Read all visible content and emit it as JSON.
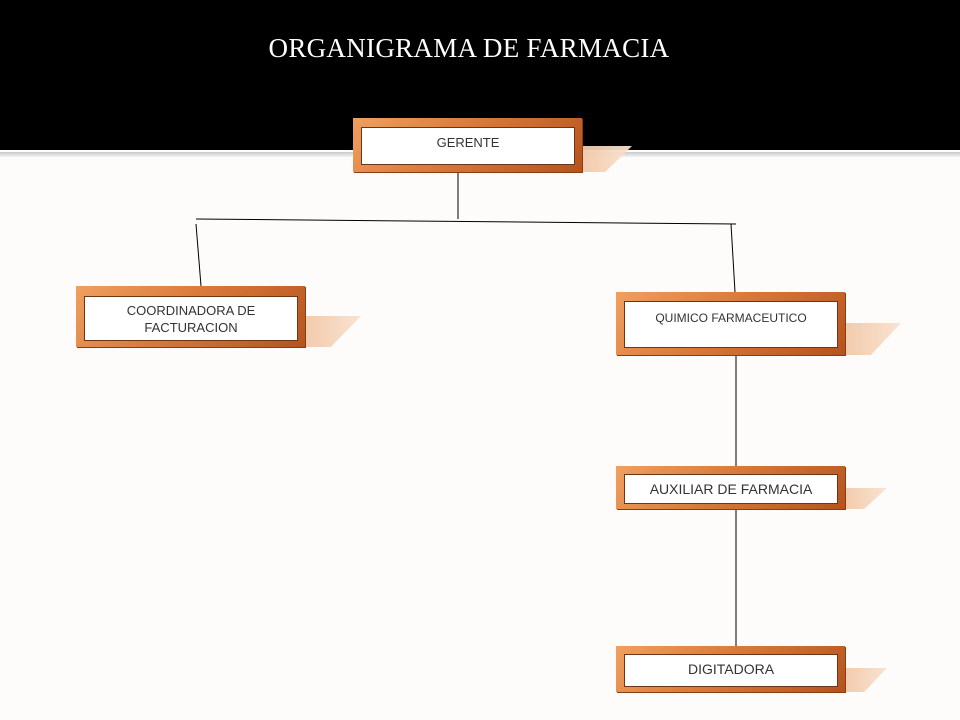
{
  "slide": {
    "title": "ORGANIGRAMA DE FARMACIA"
  },
  "org_chart": {
    "nodes": [
      {
        "id": "gerente",
        "label": "GERENTE",
        "reports_to": null
      },
      {
        "id": "coordinadora",
        "label": "COORDINADORA DE FACTURACION",
        "reports_to": "gerente"
      },
      {
        "id": "quimico",
        "label": "QUIMICO FARMACEUTICO",
        "reports_to": "gerente"
      },
      {
        "id": "auxiliar",
        "label": "AUXILIAR DE FARMACIA",
        "reports_to": "quimico"
      },
      {
        "id": "digitadora",
        "label": "DIGITADORA",
        "reports_to": "auxiliar"
      }
    ]
  },
  "colors": {
    "header": "#000000",
    "box_fill": "#d97a3a",
    "box_shadow": "#f1c7a6",
    "connector": "#000000"
  }
}
